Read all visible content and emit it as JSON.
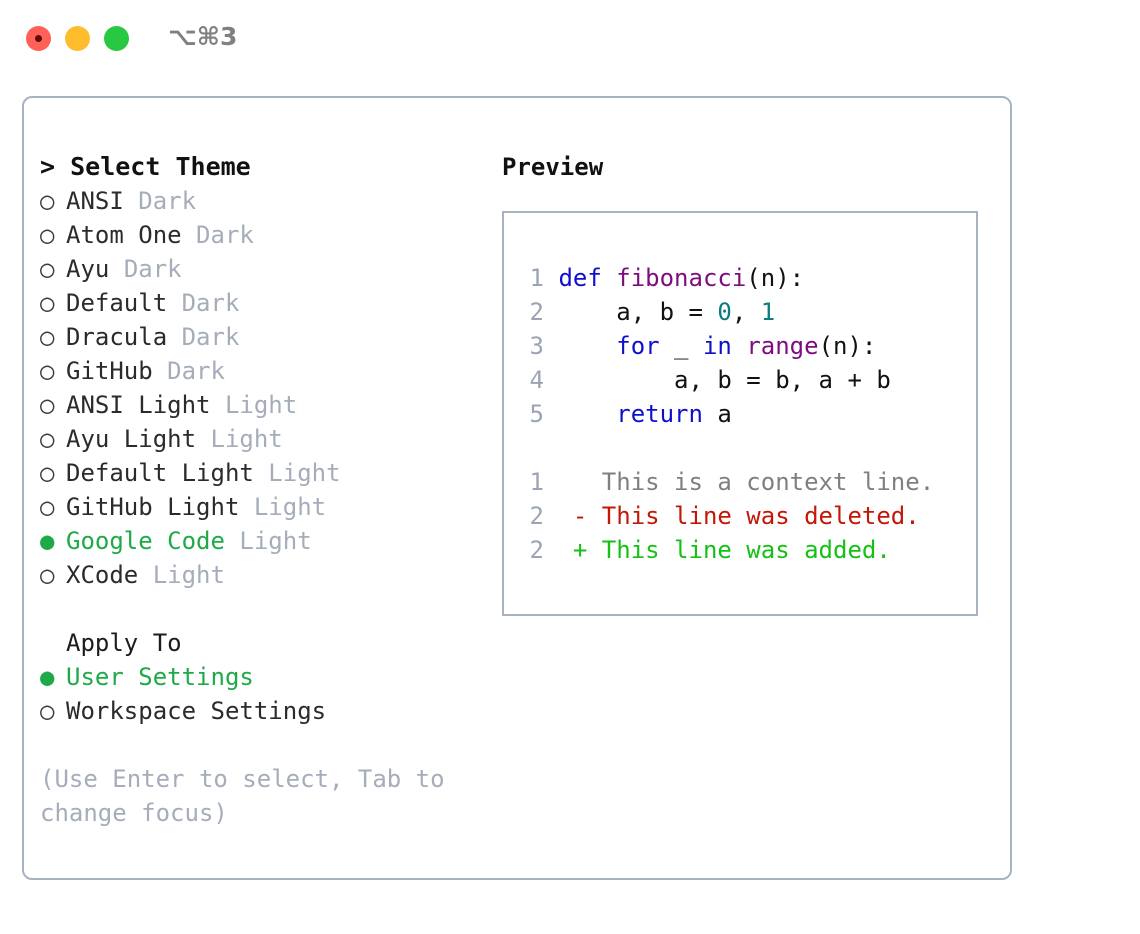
{
  "titlebar": {
    "shortcut": "⌥⌘3",
    "buttons": [
      {
        "name": "close",
        "color": "#ff6159"
      },
      {
        "name": "minimize",
        "color": "#ffbd2e"
      },
      {
        "name": "zoom",
        "color": "#26c941"
      }
    ]
  },
  "theme_picker": {
    "heading": "> Select Theme",
    "selected_marker": "●",
    "unselected_marker": "○",
    "selected_color": "#1faa48",
    "items": [
      {
        "marker": "○",
        "name": "ANSI",
        "kind": "Dark",
        "selected": false
      },
      {
        "marker": "○",
        "name": "Atom One",
        "kind": "Dark",
        "selected": false
      },
      {
        "marker": "○",
        "name": "Ayu",
        "kind": "Dark",
        "selected": false
      },
      {
        "marker": "○",
        "name": "Default",
        "kind": "Dark",
        "selected": false
      },
      {
        "marker": "○",
        "name": "Dracula",
        "kind": "Dark",
        "selected": false
      },
      {
        "marker": "○",
        "name": "GitHub",
        "kind": "Dark",
        "selected": false
      },
      {
        "marker": "○",
        "name": "ANSI Light",
        "kind": "Light",
        "selected": false
      },
      {
        "marker": "○",
        "name": "Ayu Light",
        "kind": "Light",
        "selected": false
      },
      {
        "marker": "○",
        "name": "Default Light",
        "kind": "Light",
        "selected": false
      },
      {
        "marker": "○",
        "name": "GitHub Light",
        "kind": "Light",
        "selected": false
      },
      {
        "marker": "●",
        "name": "Google Code",
        "kind": "Light",
        "selected": true
      },
      {
        "marker": "○",
        "name": "XCode",
        "kind": "Light",
        "selected": false
      }
    ]
  },
  "apply_to": {
    "heading": "Apply To",
    "items": [
      {
        "marker": "●",
        "label": "User Settings",
        "selected": true
      },
      {
        "marker": "○",
        "label": "Workspace Settings",
        "selected": false
      }
    ]
  },
  "hint": "(Use Enter to select, Tab to change focus)",
  "preview": {
    "title": "Preview",
    "code_lines": [
      {
        "n": "1",
        "tokens": [
          {
            "t": "def ",
            "c": "kw"
          },
          {
            "t": "fibonacci",
            "c": "fn"
          },
          {
            "t": "(n):",
            "c": "plain"
          }
        ]
      },
      {
        "n": "2",
        "tokens": [
          {
            "t": "    a, b = ",
            "c": "plain"
          },
          {
            "t": "0",
            "c": "num"
          },
          {
            "t": ", ",
            "c": "plain"
          },
          {
            "t": "1",
            "c": "num"
          }
        ]
      },
      {
        "n": "3",
        "tokens": [
          {
            "t": "    ",
            "c": "plain"
          },
          {
            "t": "for",
            "c": "kw"
          },
          {
            "t": " _ ",
            "c": "plain"
          },
          {
            "t": "in",
            "c": "kw"
          },
          {
            "t": " ",
            "c": "plain"
          },
          {
            "t": "range",
            "c": "fn"
          },
          {
            "t": "(n):",
            "c": "plain"
          }
        ]
      },
      {
        "n": "4",
        "tokens": [
          {
            "t": "        a, b = b, a + b",
            "c": "plain"
          }
        ]
      },
      {
        "n": "5",
        "tokens": [
          {
            "t": "    ",
            "c": "plain"
          },
          {
            "t": "return",
            "c": "kw"
          },
          {
            "t": " a",
            "c": "plain"
          }
        ]
      }
    ],
    "diff_lines": [
      {
        "n": "1",
        "sign": " ",
        "text": " This is a context line.",
        "kind": "ctx"
      },
      {
        "n": "2",
        "sign": "-",
        "text": " This line was deleted.",
        "kind": "del"
      },
      {
        "n": "2",
        "sign": "+",
        "text": " This line was added.",
        "kind": "add"
      }
    ],
    "colors": {
      "keyword": "#1010cc",
      "function": "#7d0d7d",
      "number": "#0d7c7c",
      "plain": "#111111",
      "line_number": "#9aa4b4",
      "diff_context": "#7f7f7f",
      "diff_deleted": "#c21807",
      "diff_added": "#15c115",
      "border": "#a9b2c3"
    }
  }
}
